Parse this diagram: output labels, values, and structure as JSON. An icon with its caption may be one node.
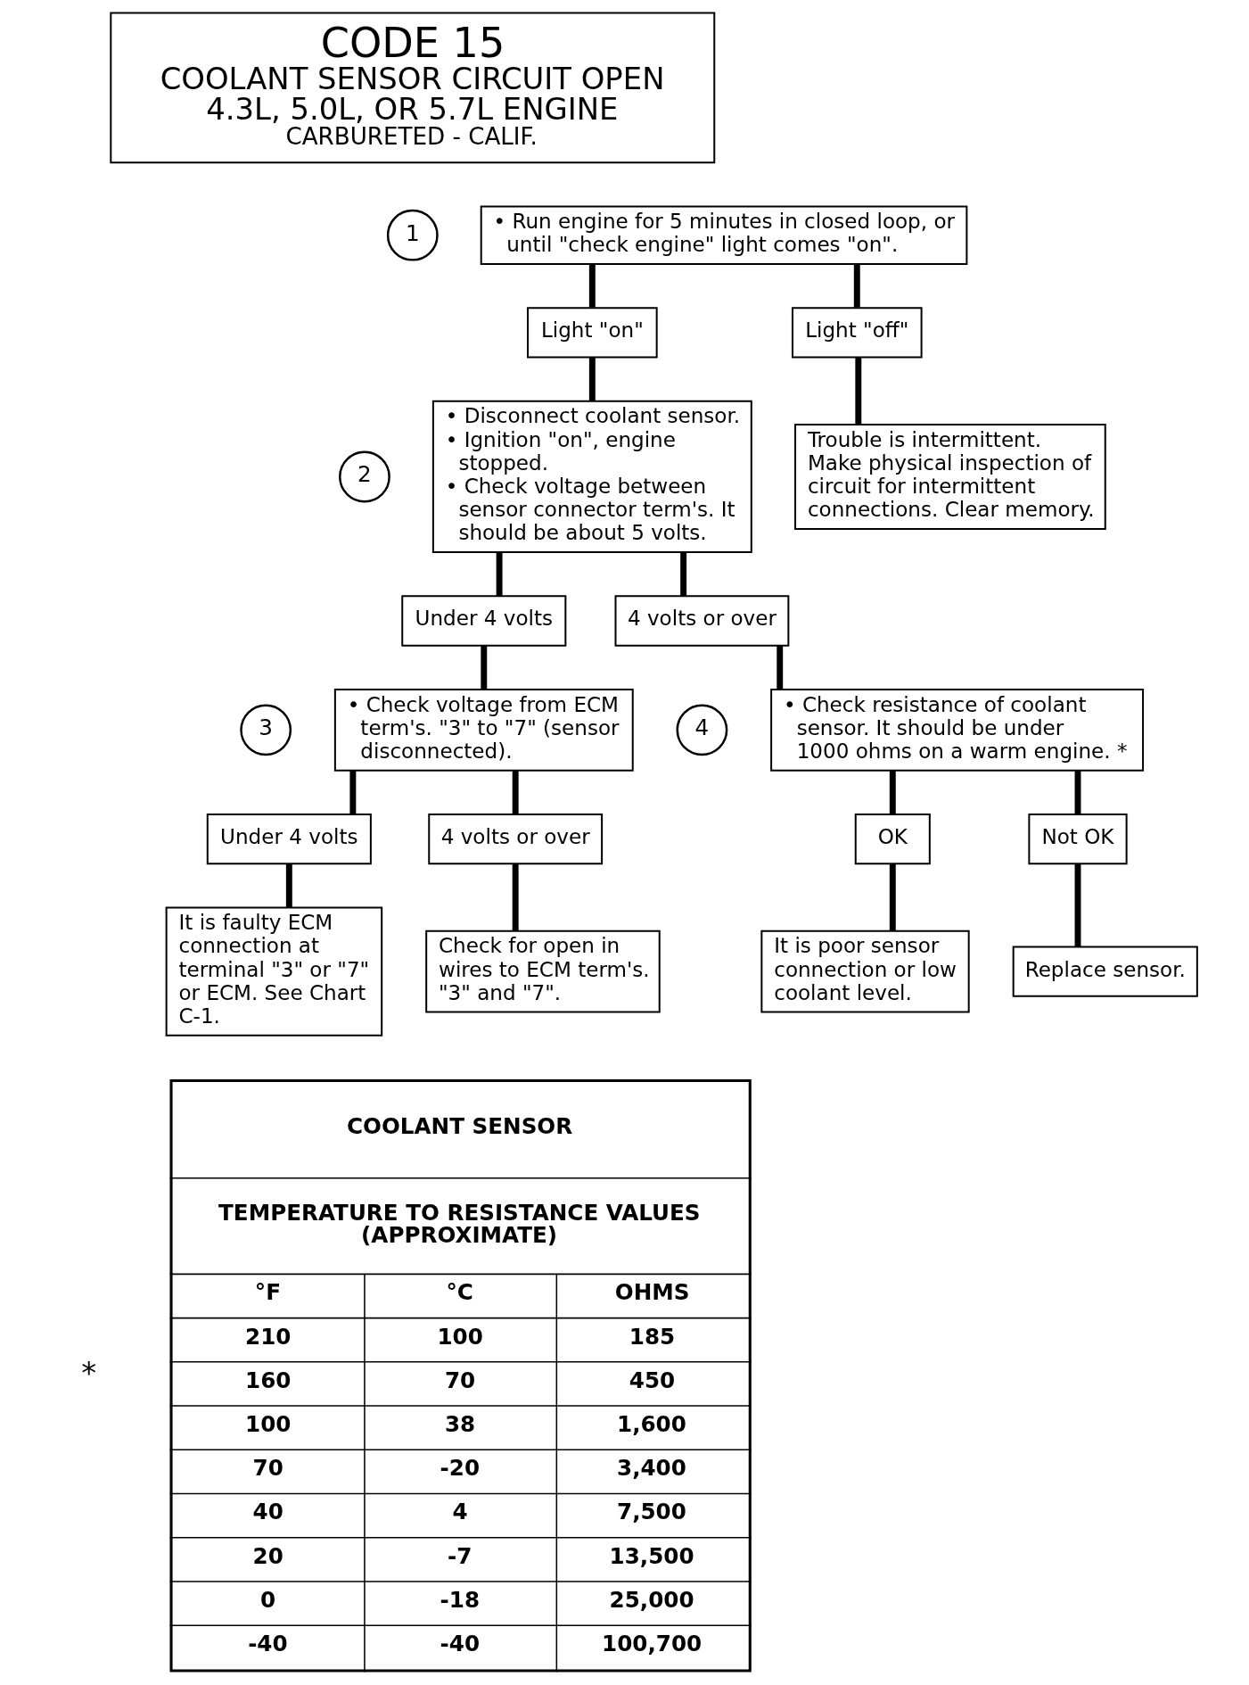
{
  "diagram": {
    "nodes": [
      {
        "text": [
          "CODE 15",
          "COOLANT SENSOR CIRCUIT OPEN",
          "4.3L, 5.0L, OR 5.7L ENGINE",
          "CARBURETED - CALIF."
        ]
      },
      {
        "text": [
          "1"
        ]
      },
      {
        "text": [
          "• Run engine for 5 minutes in closed loop, or until \"check engine\" light comes \"on\"."
        ]
      },
      {
        "text": [
          "Light \"on\""
        ]
      },
      {
        "text": [
          "Light \"off\""
        ]
      },
      {
        "text": [
          "2"
        ]
      },
      {
        "text": [
          "• Disconnect coolant sensor.",
          "• Ignition \"on\", engine stopped.",
          "• Check voltage between sensor connector term's. It should be about 5 volts."
        ]
      },
      {
        "text": [
          "Trouble is intermittent. Make physical inspection of circuit for intermittent connections. Clear memory."
        ]
      },
      {
        "text": [
          "Under 4 volts"
        ]
      },
      {
        "text": [
          "4 volts or over"
        ]
      },
      {
        "text": [
          "3"
        ]
      },
      {
        "text": [
          "• Check voltage from ECM term's. \"3\" to \"7\" (sensor disconnected)."
        ]
      },
      {
        "text": [
          "4"
        ]
      },
      {
        "text": [
          "• Check resistance of coolant sensor. It should be under 1000 ohms on a warm engine. *"
        ]
      },
      {
        "text": [
          "Under 4 volts"
        ]
      },
      {
        "text": [
          "4 volts or over"
        ]
      },
      {
        "text": [
          "OK"
        ]
      },
      {
        "text": [
          "Not OK"
        ]
      },
      {
        "text": [
          "It is faulty ECM connection at terminal \"3\" or \"7\" or ECM. See Chart C-1."
        ]
      },
      {
        "text": [
          "Check for open in wires to ECM term's. \"3\" and \"7\"."
        ]
      },
      {
        "text": [
          "It is poor sensor connection or low coolant level."
        ]
      },
      {
        "text": [
          "Replace sensor."
        ]
      }
    ],
    "edges": [
      {
        "from": 2,
        "to": 3,
        "arrow": "none"
      },
      {
        "from": 2,
        "to": 4,
        "arrow": "none"
      },
      {
        "from": 3,
        "to": 6,
        "arrow": "none"
      },
      {
        "from": 4,
        "to": 7,
        "arrow": "none"
      },
      {
        "from": 6,
        "to": 8,
        "arrow": "none"
      },
      {
        "from": 6,
        "to": 9,
        "arrow": "none"
      },
      {
        "from": 8,
        "to": 11,
        "arrow": "none"
      },
      {
        "from": 9,
        "to": 13,
        "arrow": "none"
      },
      {
        "from": 11,
        "to": 14,
        "arrow": "none"
      },
      {
        "from": 11,
        "to": 15,
        "arrow": "none"
      },
      {
        "from": 13,
        "to": 16,
        "arrow": "none"
      },
      {
        "from": 13,
        "to": 17,
        "arrow": "none"
      },
      {
        "from": 14,
        "to": 18,
        "arrow": "none"
      },
      {
        "from": 15,
        "to": 19,
        "arrow": "none"
      },
      {
        "from": 16,
        "to": 20,
        "arrow": "none"
      },
      {
        "from": 17,
        "to": 21,
        "arrow": "none"
      }
    ],
    "labels": [
      "*",
      "COOLANT SENSOR",
      "TEMPERATURE TO RESISTANCE VALUES (APPROXIMATE)",
      "°F",
      "°C",
      "OHMS",
      "210",
      "100",
      "185",
      "160",
      "70",
      "450",
      "100",
      "38",
      "1,600",
      "70",
      "-20",
      "3,400",
      "40",
      "4",
      "7,500",
      "20",
      "-7",
      "13,500",
      "0",
      "-18",
      "25,000",
      "-40",
      "-40",
      "100,700"
    ]
  }
}
